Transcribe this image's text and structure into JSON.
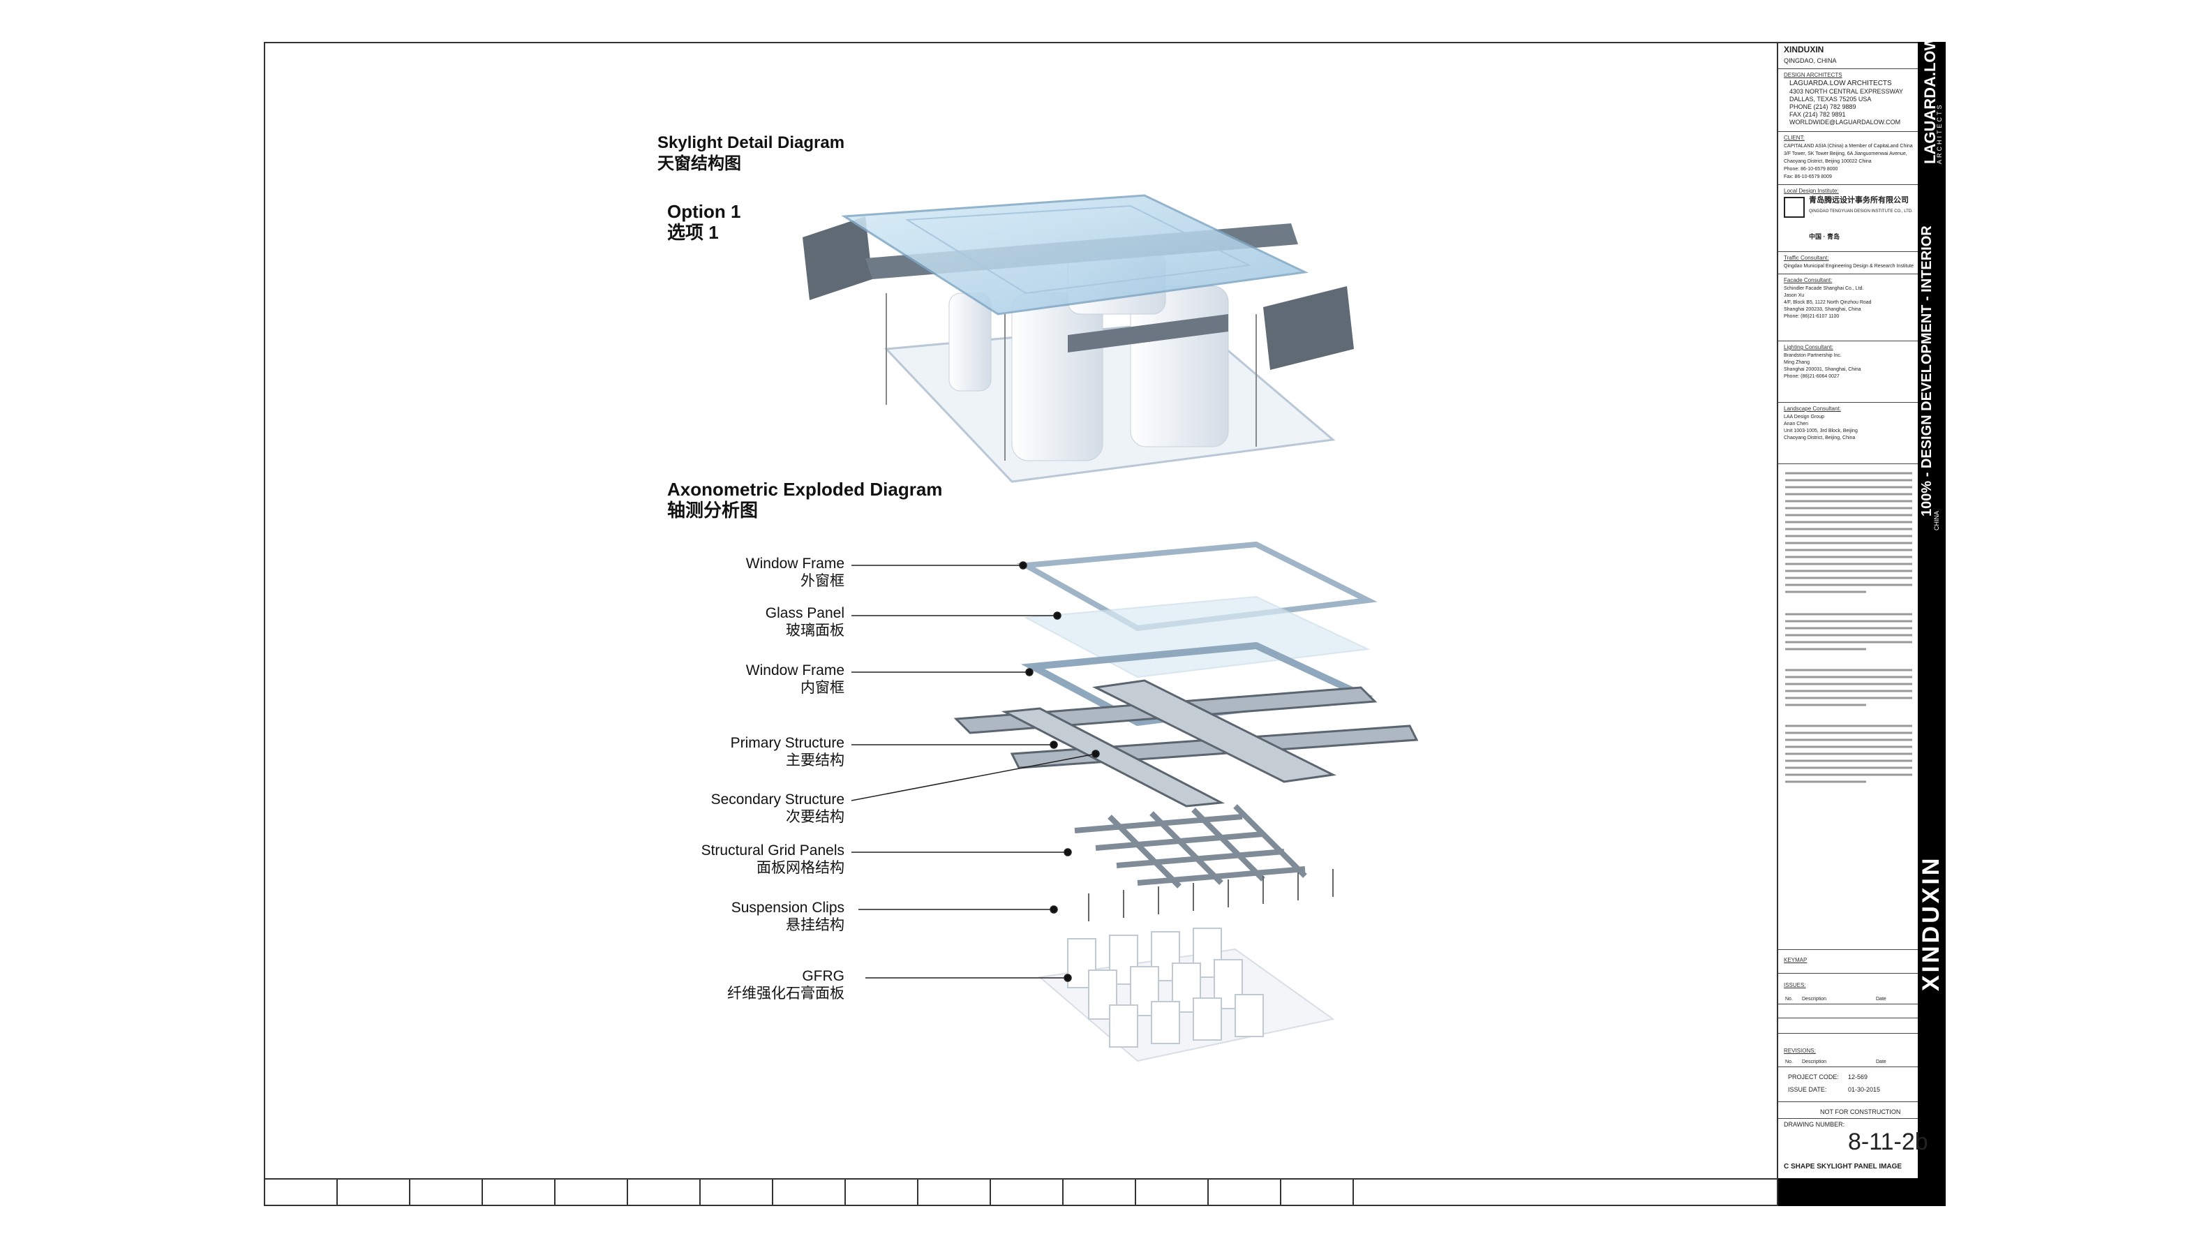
{
  "titles": {
    "main_en": "Skylight Detail Diagram",
    "main_zh": "天窗结构图",
    "option_en": "Option 1",
    "option_zh": "选项 1",
    "axo_en": "Axonometric Exploded Diagram",
    "axo_zh": "轴测分析图"
  },
  "layers": [
    {
      "en": "Window Frame",
      "zh": "外窗框"
    },
    {
      "en": "Glass Panel",
      "zh": "玻璃面板"
    },
    {
      "en": "Window Frame",
      "zh": "内窗框"
    },
    {
      "en": "Primary Structure",
      "zh": "主要结构"
    },
    {
      "en": "Secondary Structure",
      "zh": "次要结构"
    },
    {
      "en": "Structural Grid Panels",
      "zh": "面板网格结构"
    },
    {
      "en": "Suspension Clips",
      "zh": "悬挂结构"
    },
    {
      "en": "GFRG",
      "zh": "纤维强化石膏面板"
    }
  ],
  "titleblock": {
    "client_name": "XINDUXIN",
    "client_city": "QINGDAO, CHINA",
    "design_architects_label": "DESIGN ARCHITECTS",
    "architect_name": "LAGUARDA.LOW ARCHITECTS",
    "architect_lines": [
      "4303 NORTH CENTRAL EXPRESSWAY",
      "DALLAS, TEXAS 75205 USA",
      "PHONE (214) 782 9889",
      "FAX (214) 782 9891",
      "WORLDWIDE@LAGUARDALOW.COM"
    ],
    "client_label": "CLIENT:",
    "client_lines": [
      "CAPITALAND ASIA (China) a Member of CapitaLand China",
      "3/F Tower, SK Tower Beijing, 6A Jianguomenwai Avenue,",
      "Chaoyang District, Beijing 100022 China",
      "Phone: 86-10-6579 8000",
      "Fax: 86-10-6579 8009"
    ],
    "local_institute_label": "Local Design Institute:",
    "local_institute_zh": "青岛腾远设计事务所有限公司",
    "local_institute_en": "QINGDAO TENGYUAN DESIGN INSTITUTE CO., LTD.",
    "local_institute_city": "中国 · 青岛",
    "traffic_label": "Traffic Consultant:",
    "traffic_line": "Qingdao Municipal Engineering Design & Research Institute",
    "facade_label": "Facade Consultant:",
    "facade_lines": [
      "Schindler Facade Shanghai Co., Ltd.",
      "Jason Xu",
      "4/F, Block B5, 1122 North Qinzhou Road",
      "Shanghai 200233, Shanghai, China",
      "Phone: (86)21-6107 1100"
    ],
    "lighting_label": "Lighting Consultant:",
    "lighting_lines": [
      "Brandston Partnership Inc.",
      "Ming Zhang",
      "Shanghai 200031, Shanghai, China",
      "Phone: (86)21-6064 0027"
    ],
    "landscape_label": "Landscape Consultant:",
    "landscape_lines": [
      "LAA Design Group",
      "Anan Chen",
      "Unit 1003-1005, 3rd Block, Beijing",
      "Chaoyang District, Beijing, China"
    ],
    "keymap_label": "KEYMAP",
    "issues_label": "ISSUES:",
    "col_no": "No.",
    "col_desc": "Description",
    "col_date": "Date",
    "revisions_label": "REVISIONS:",
    "project_code_label": "PROJECT CODE:",
    "project_code": "12-569",
    "issue_date_label": "ISSUE DATE:",
    "issue_date": "01-30-2015",
    "not_for_construction": "NOT FOR CONSTRUCTION",
    "drawing_number_label": "DRAWING NUMBER:",
    "drawing_number": "8-11-2b",
    "sheet_title": "C SHAPE SKYLIGHT PANEL IMAGE",
    "vertical_firm": "LAGUARDA.LOW",
    "vertical_firm_sub": "ARCHITECTS",
    "vertical_phase": "100% - DESIGN DEVELOPMENT - INTERIOR",
    "vertical_country": "CHINA",
    "vertical_client": "XINDUXIN"
  },
  "colors": {
    "glass": "#bcd9ee",
    "steel": "#5b6570",
    "frame": "#9fb4c6",
    "gfrg": "#f2f4f7"
  }
}
